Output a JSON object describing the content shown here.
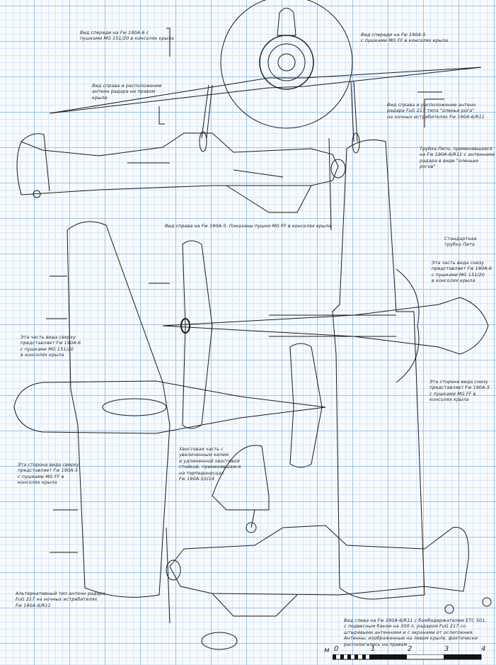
{
  "captions": {
    "front_a6": "Вид спереди на Fw 190A-6 с\nпушками MG 151/20 в консолях крыла",
    "front_a5": "Вид спереди на Fw 190A-5\nс пушками MG FF в консолях крыла",
    "antenna_right_wing": "Вид справа и расположение\nантенн радара на правом\nкрыле",
    "antenna_fug217": "Вид справа и расположение антенн\nрадара FuG 217 типа \"оленьи рога\"\nна ночных истребителях Fw 190A-6/R11",
    "pitot_r11": "Трубка Пито, применявшаяся\nна Fw 190A-6/R11 с антеннами\nрадара в виде \"оленьих рогов\"",
    "side_right_a5": "Вид справа на Fw 190A-5. Показаны пушки MG FF в консолях крыла",
    "standard_pitot": "Стандартная\nтрубка Пито",
    "bottom_a6": "Эта часть вида снизу\nпредставляет Fw 190A-6\nс пушками MG 151/20\nв консолях крыла",
    "bottom_a5": "Эта сторона вида снизу\nпредставляет Fw 190A-5\nс пушками MG FF в\nконсолях крыла",
    "top_a6": "Эта часть вида сверху\nпредставляет Fw 190A-6\nс пушками MG 151/20\nв консолях крыла",
    "top_a5": "Эта сторона вида сверху\nпредставляет Fw 190A-5\nс пушками MG FF в\nконсолях крыла",
    "tail_torpedo": "Хвостовая часть с\nувеличенным килем\nи удлиненной хвостовой\nстойкой, применявшаяся\nна торпедоносцах\nFw 190A-5/U14",
    "alt_antenna": "Альтернативный тип антенн радара\nFuG 217 на ночных истребителях\nFw 190A-6/R11",
    "side_left_r11": "Вид слева на Fw 190A-6/R11 с бомбодержателем ETC 501,\nс подвесным баком на 300 л, радаром FuG 217 со\nштыревыми антеннами и с экранами от ослепления.\nАнтенны, изображенные на левом крыле, фактически\nрасполагались на правом"
  },
  "scale": {
    "unit": "м",
    "ticks": [
      "0",
      "1",
      "2",
      "3",
      "4"
    ]
  },
  "colors": {
    "grid": "#9fc3e6",
    "ink": "#1a1a1a"
  }
}
